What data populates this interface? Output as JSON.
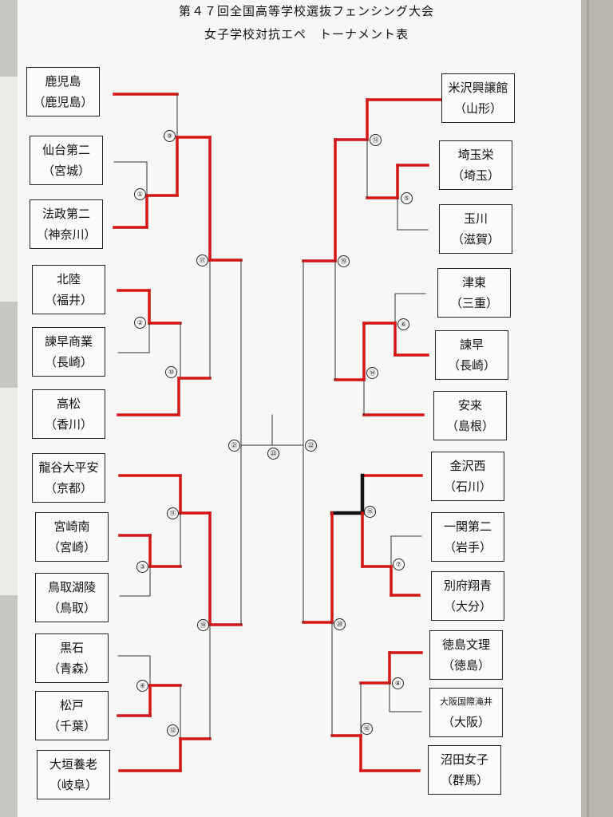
{
  "header": {
    "title_line1": "第４７回全国高等学校選抜フェンシング大会",
    "title_line2": "女子学校対抗エペ　トーナメント表"
  },
  "colors": {
    "win_line": "#d41616",
    "line": "#333333",
    "highlight": "#111111"
  },
  "left_teams": [
    {
      "name": "鹿児島",
      "pref": "（鹿児島）"
    },
    {
      "name": "仙台第二",
      "pref": "（宮城）"
    },
    {
      "name": "法政第二",
      "pref": "（神奈川）"
    },
    {
      "name": "北陸",
      "pref": "（福井）"
    },
    {
      "name": "諫早商業",
      "pref": "（長崎）"
    },
    {
      "name": "高松",
      "pref": "（香川）"
    },
    {
      "name": "龍谷大平安",
      "pref": "（京都）"
    },
    {
      "name": "宮崎南",
      "pref": "（宮崎）"
    },
    {
      "name": "鳥取湖陵",
      "pref": "（鳥取）"
    },
    {
      "name": "黒石",
      "pref": "（青森）"
    },
    {
      "name": "松戸",
      "pref": "（千葉）"
    },
    {
      "name": "大垣養老",
      "pref": "（岐阜）"
    }
  ],
  "right_teams": [
    {
      "name": "米沢興譲館",
      "pref": "（山形）"
    },
    {
      "name": "埼玉栄",
      "pref": "（埼玉）"
    },
    {
      "name": "玉川",
      "pref": "（滋賀）"
    },
    {
      "name": "津東",
      "pref": "（三重）"
    },
    {
      "name": "諫早",
      "pref": "（長崎）"
    },
    {
      "name": "安来",
      "pref": "（島根）"
    },
    {
      "name": "金沢西",
      "pref": "（石川）"
    },
    {
      "name": "一関第二",
      "pref": "（岩手）"
    },
    {
      "name": "別府翔青",
      "pref": "（大分）"
    },
    {
      "name": "徳島文理",
      "pref": "（徳島）"
    },
    {
      "name": "大阪国際滝井",
      "pref": "（大阪）"
    },
    {
      "name": "沼田女子",
      "pref": "（群馬）"
    }
  ],
  "match_numbers": [
    "⑨",
    "①",
    "⑰",
    "②",
    "⑩",
    "㉑",
    "⑪",
    "③",
    "⑱",
    "④",
    "⑫",
    "㉓",
    "⑬",
    "⑤",
    "⑲",
    "⑥",
    "⑭",
    "㉒",
    "⑮",
    "⑦",
    "⑳",
    "⑧",
    "⑯"
  ]
}
